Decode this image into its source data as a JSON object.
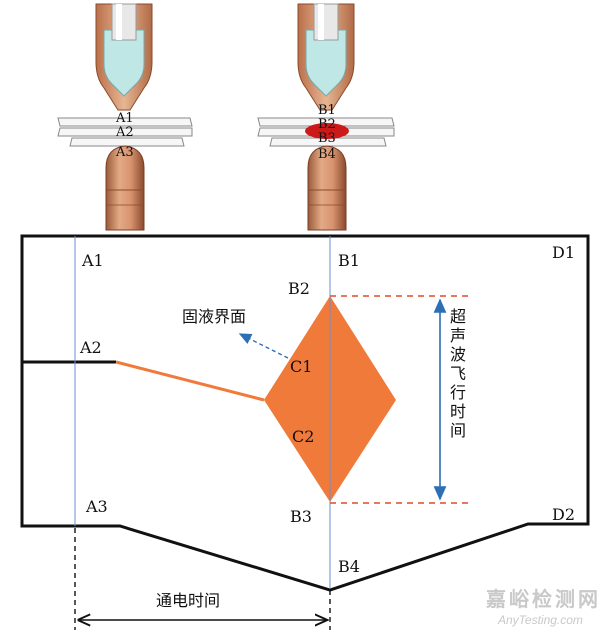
{
  "top_left": {
    "labels": [
      "A1",
      "A2",
      "A3"
    ]
  },
  "top_right": {
    "labels": [
      "B1",
      "B2",
      "B3",
      "B4"
    ]
  },
  "diagram": {
    "labels": {
      "a1": "A1",
      "a2": "A2",
      "a3": "A3",
      "b1": "B1",
      "b2": "B2",
      "b3": "B3",
      "b4": "B4",
      "c1": "C1",
      "c2": "C2",
      "d1": "D1",
      "d2": "D2"
    },
    "interface_label": "固液界面",
    "ultrasonic_time_label": "超声波飞行时间",
    "current_time_label": "通电时间",
    "colors": {
      "orange": "#f07a3a",
      "guide_blue": "#6f8fd1",
      "arrow_blue": "#2c6fb5",
      "red_dash": "#e04a2a",
      "nugget_red": "#cc1a1a"
    }
  },
  "watermark": {
    "main": "嘉峪检测网",
    "sub": "AnyTesting.com"
  }
}
